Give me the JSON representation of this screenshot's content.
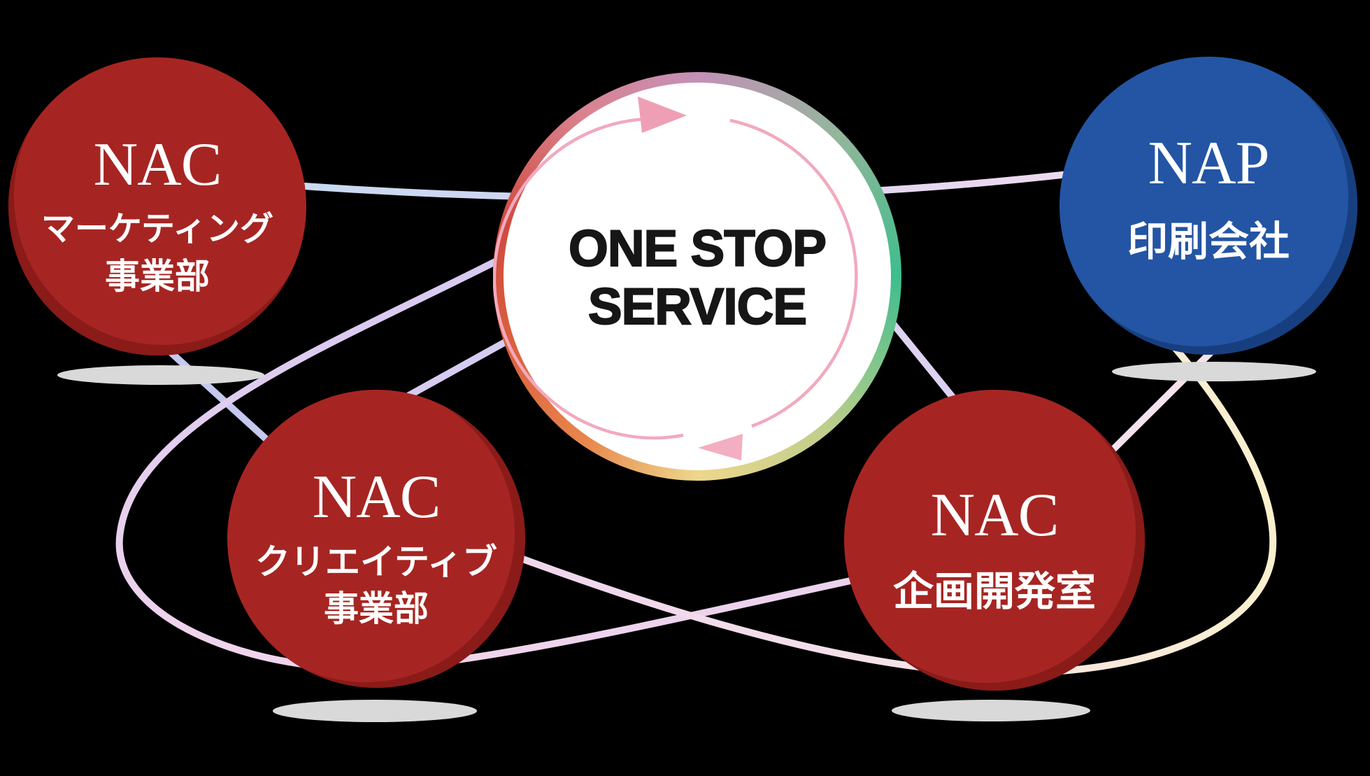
{
  "center": {
    "title_line1": "ONE STOP",
    "title_line2": "SERVICE"
  },
  "nodes": [
    {
      "org": "NAC",
      "dept_line1": "マーケティング",
      "dept_line2": "事業部"
    },
    {
      "org": "NAP",
      "dept_line1": "印刷会社",
      "dept_line2": ""
    },
    {
      "org": "NAC",
      "dept_line1": "クリエイティブ",
      "dept_line2": "事業部"
    },
    {
      "org": "NAC",
      "dept_line1": "企画開発室",
      "dept_line2": ""
    }
  ],
  "colors": {
    "node_red": "#A62522",
    "node_red_shade": "#8A1B19",
    "node_blue": "#2355A4",
    "node_blue_shade": "#173F80",
    "shadow_gray": "#D9D9D9",
    "title_text": "#161616",
    "ring_pink": "#F2A9BD",
    "arrow_pink": "#EF9FB5",
    "line_blue": "#C7DCF1",
    "line_lavender": "#D6CCF1",
    "line_pink": "#F0D4EC",
    "line_cream": "#FAF0CD"
  }
}
